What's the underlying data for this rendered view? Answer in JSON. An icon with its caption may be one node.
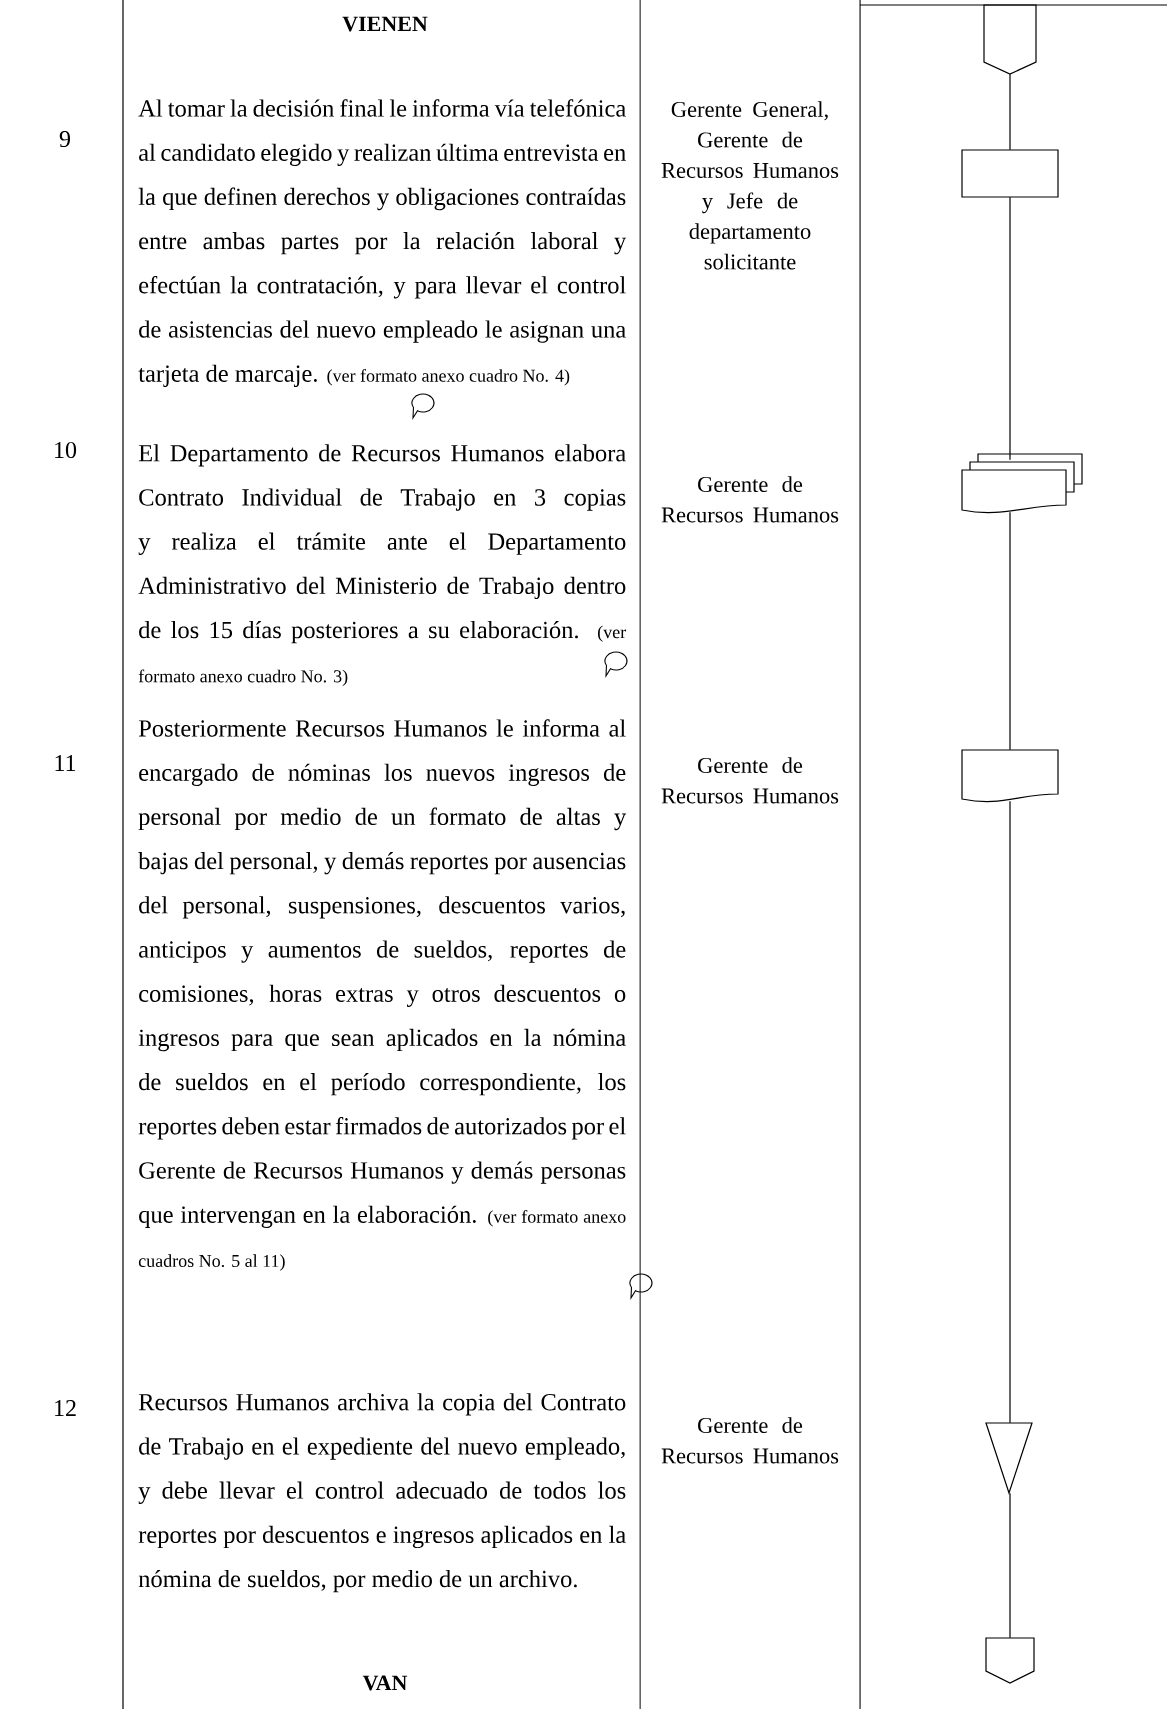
{
  "diagram": {
    "nodes": [
      {
        "text": [],
        "shape": "pentagon"
      },
      {
        "text": [],
        "shape": "box"
      },
      {
        "text": [],
        "shape": "documents"
      },
      {
        "text": [],
        "shape": "document"
      },
      {
        "text": [],
        "shape": "triangle"
      },
      {
        "text": [],
        "shape": "pentagon"
      }
    ],
    "edges": [
      {
        "from": 0,
        "to": 1,
        "arrow": "none"
      },
      {
        "from": 1,
        "to": 2,
        "arrow": "none"
      },
      {
        "from": 2,
        "to": 3,
        "arrow": "none"
      },
      {
        "from": 3,
        "to": 4,
        "arrow": "none"
      },
      {
        "from": 4,
        "to": 5,
        "arrow": "none"
      }
    ],
    "labels": [
      "VIENEN",
      "9",
      "Al tomar la decisión final le informa vía telefónica al candidato elegido y realizan última entrevista en la que definen derechos y obligaciones contraídas entre ambas partes por la relación laboral y efectúan la contratación, y para llevar el control de asistencias del nuevo empleado le asignan una tarjeta de marcaje.",
      "(ver formato anexo cuadro No. 4)",
      "Gerente General, Gerente de Recursos Humanos y Jefe de departamento solicitante",
      "10",
      "El Departamento de Recursos Humanos elabora Contrato Individual de Trabajo en 3 copias y realiza el trámite ante el Departamento Administrativo del Ministerio de Trabajo dentro de los 15 días posteriores a su elaboración.",
      "(ver formato anexo cuadro No. 3)",
      "Gerente de Recursos Humanos",
      "11",
      "Posteriormente Recursos Humanos le informa al encargado de nóminas los nuevos ingresos de personal por medio de un formato de altas y bajas del personal, y demás reportes por ausencias del personal, suspensiones, descuentos varios, anticipos y aumentos de sueldos, reportes de comisiones, horas extras y otros descuentos o ingresos para que sean aplicados en la nómina de sueldos en el período correspondiente, los reportes deben estar firmados de autorizados por el Gerente de Recursos Humanos y demás personas que intervengan en la elaboración.",
      "(ver formato anexo cuadros No. 5 al 11)",
      "Gerente de Recursos Humanos",
      "12",
      "Recursos Humanos archiva la copia del Contrato de Trabajo en el expediente del nuevo empleado, y debe llevar el control adecuado de todos los reportes por descuentos e ingresos aplicados en la nómina de sueldos, por medio de un archivo.",
      "Gerente de Recursos Humanos",
      "VAN"
    ]
  }
}
